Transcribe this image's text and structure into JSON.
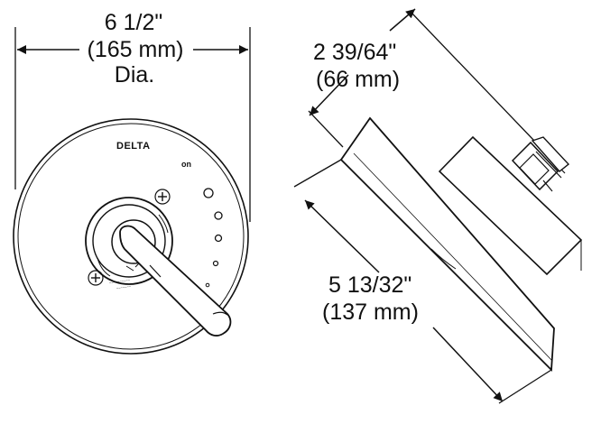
{
  "front_view": {
    "diameter_in": "6 1/2\"",
    "diameter_mm": "(165 mm)",
    "diameter_suffix": "Dia.",
    "brand": "DELTA",
    "on_label": "on"
  },
  "side_view": {
    "depth_in": "2 39/64\"",
    "depth_mm": "(66 mm)",
    "height_in": "5 13/32\"",
    "height_mm": "(137 mm)"
  },
  "colors": {
    "line": "#111111",
    "background": "#ffffff"
  }
}
